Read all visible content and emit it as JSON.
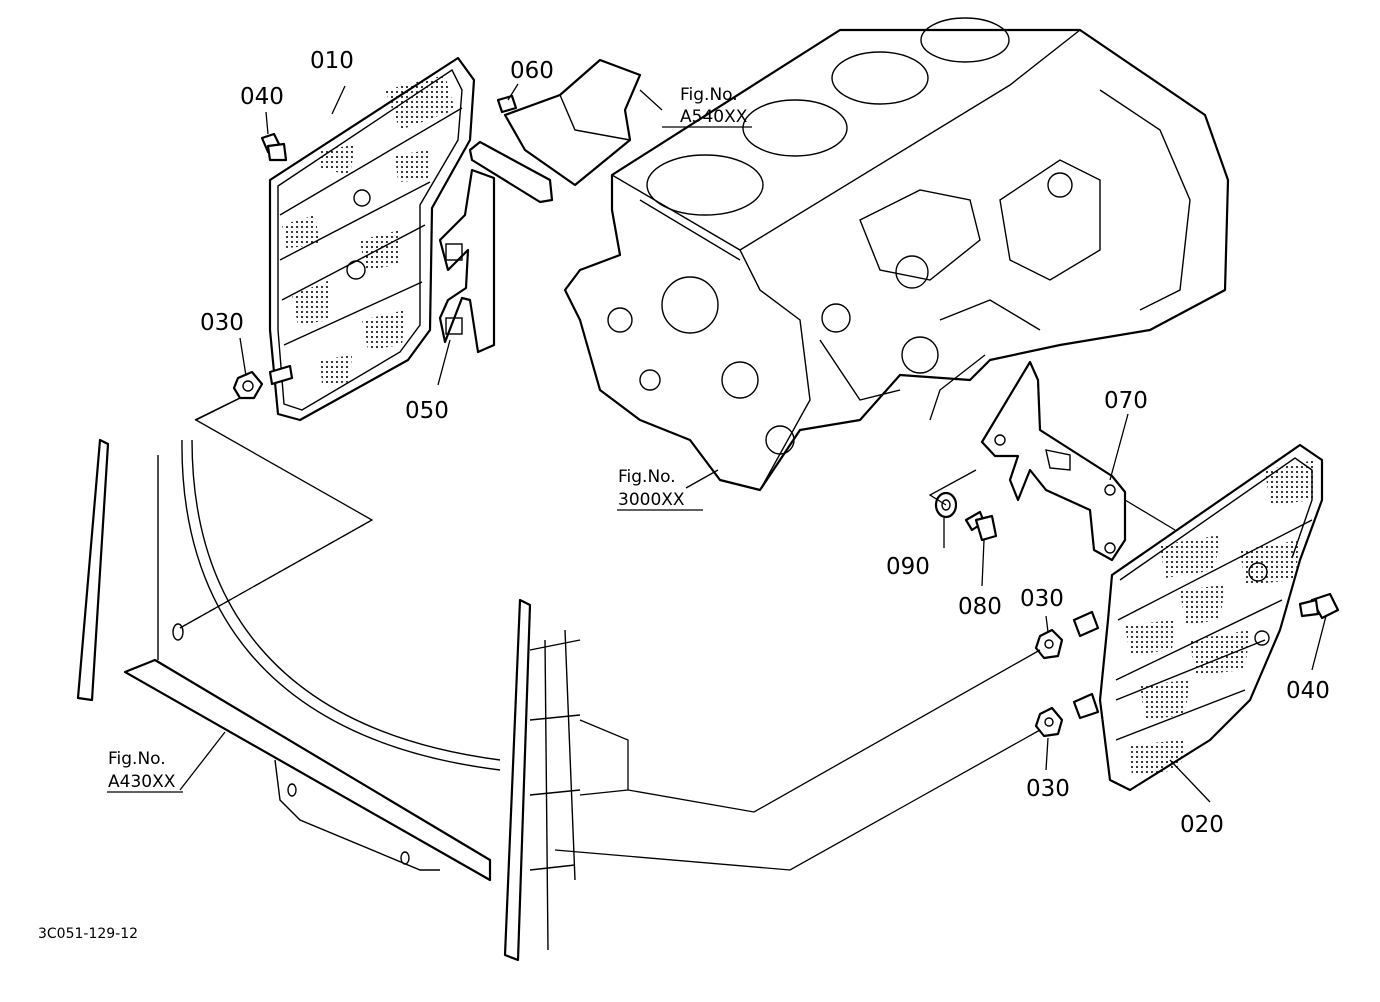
{
  "part_labels": [
    {
      "id": "p010",
      "text": "010"
    },
    {
      "id": "p040a",
      "text": "040"
    },
    {
      "id": "p060",
      "text": "060"
    },
    {
      "id": "p030a",
      "text": "030"
    },
    {
      "id": "p050",
      "text": "050"
    },
    {
      "id": "p070",
      "text": "070"
    },
    {
      "id": "p090",
      "text": "090"
    },
    {
      "id": "p080",
      "text": "080"
    },
    {
      "id": "p030b",
      "text": "030"
    },
    {
      "id": "p030c",
      "text": "030"
    },
    {
      "id": "p040b",
      "text": "040"
    },
    {
      "id": "p020",
      "text": "020"
    }
  ],
  "figure_refs": [
    {
      "id": "a540",
      "line1": "Fig.No.",
      "line2": "A540XX"
    },
    {
      "id": "f3000",
      "line1": "Fig.No.",
      "line2": "3000XX"
    },
    {
      "id": "a430",
      "line1": "Fig.No.",
      "line2": "A430XX"
    }
  ],
  "drawing_code": "3C051-129-12"
}
